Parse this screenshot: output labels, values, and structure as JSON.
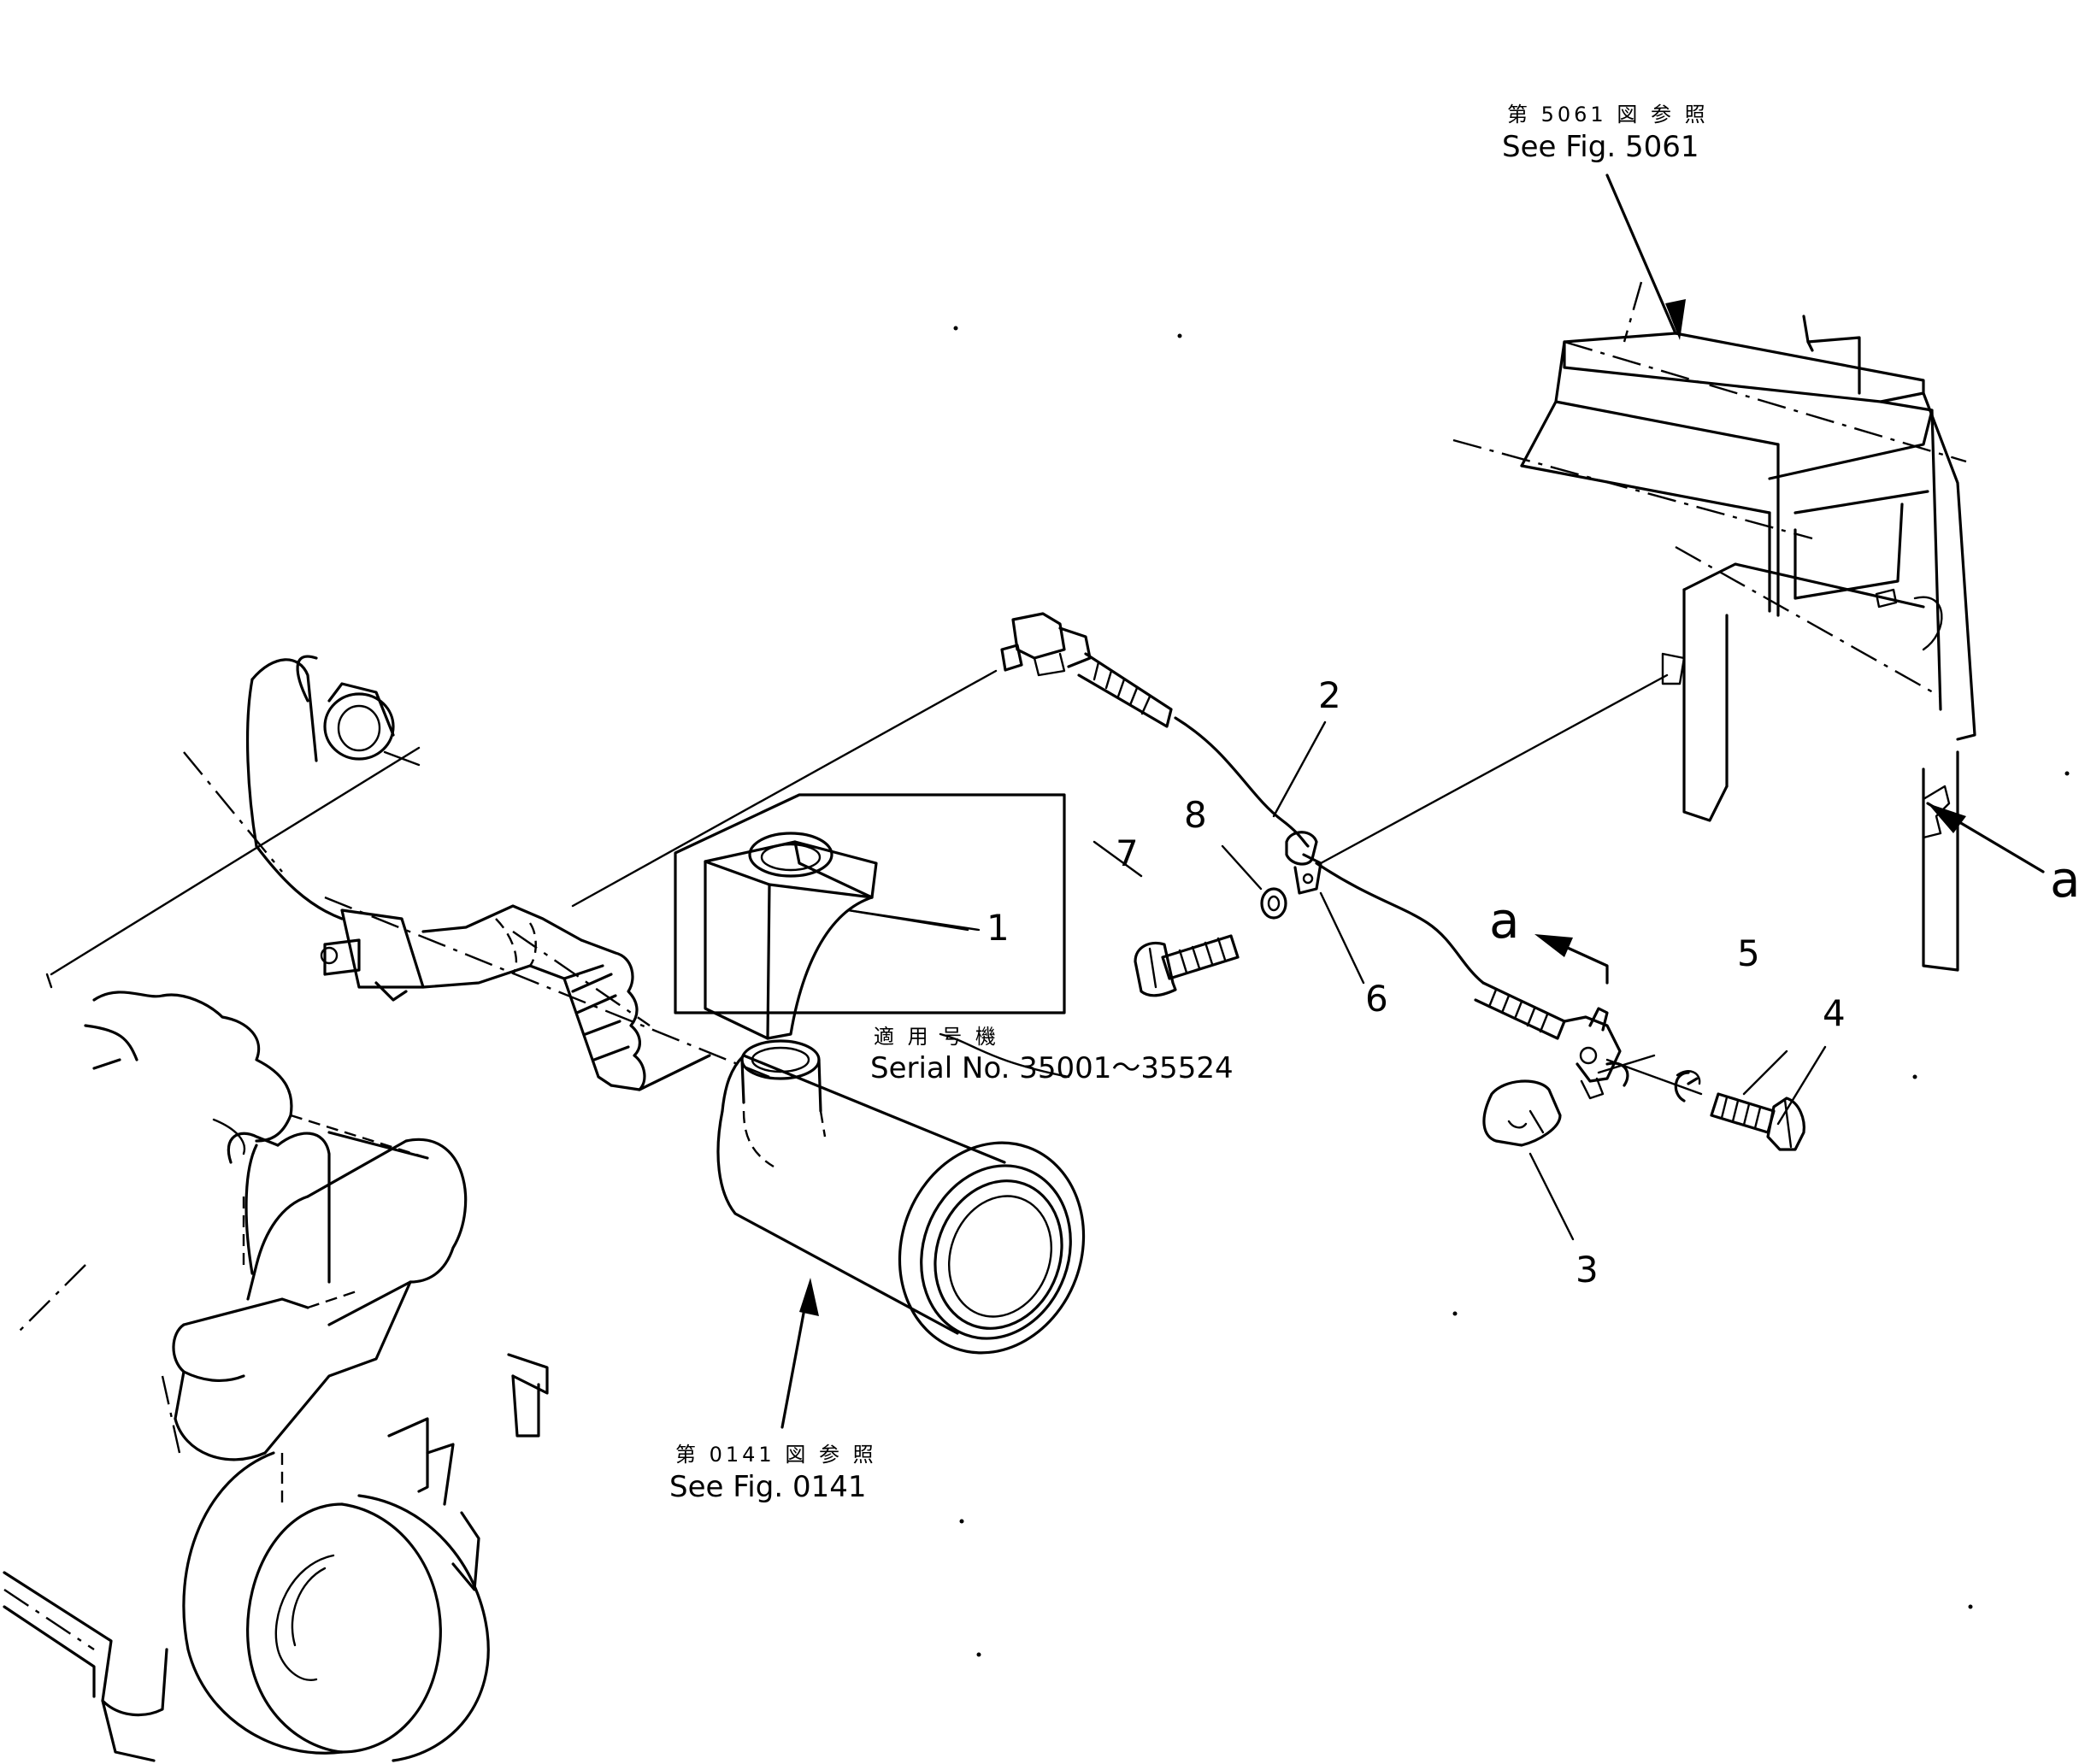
{
  "references": {
    "fig5061": {
      "jp": "第 5061 図 参 照",
      "en": "See Fig. 5061"
    },
    "fig0141": {
      "jp": "第 0141 図 参 照",
      "en": "See Fig. 0141"
    }
  },
  "applicability": {
    "jp": "適 用 号 機",
    "en": "Serial No. 35001～35524"
  },
  "callouts": [
    "1",
    "2",
    "3",
    "4",
    "5",
    "6",
    "7",
    "8"
  ],
  "view_marks": {
    "right": "a",
    "detail": "a"
  }
}
